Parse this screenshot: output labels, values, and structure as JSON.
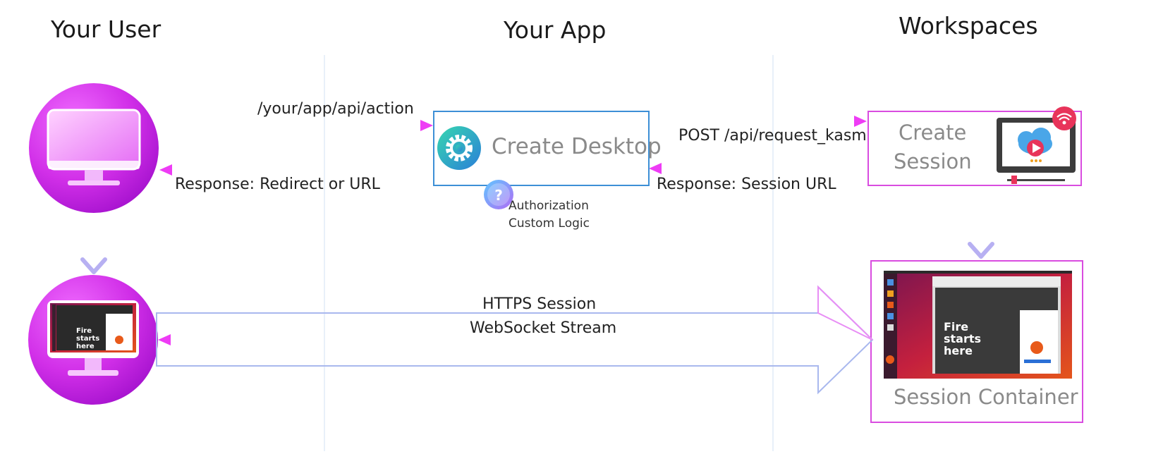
{
  "columns": {
    "user": "Your User",
    "app": "Your App",
    "workspaces": "Workspaces"
  },
  "labels": {
    "api_action": "/your/app/api/action",
    "response_redirect": "Response: Redirect or URL",
    "post_request": "POST /api/request_kasm",
    "response_session": "Response: Session URL",
    "https_session": "HTTPS Session",
    "websocket_stream": "WebSocket Stream",
    "auth_line1": "Authorization",
    "auth_line2": "Custom Logic"
  },
  "boxes": {
    "create_desktop": "Create Desktop",
    "create_session_line1": "Create",
    "create_session_line2": "Session",
    "session_container": "Session Container"
  },
  "screenshot": {
    "fire_line1": "Fire",
    "fire_line2": "starts",
    "fire_line3": "here"
  },
  "icons": {
    "user_monitor": "monitor-icon",
    "user_desktop": "desktop-session-icon",
    "gear": "gear-icon",
    "question": "question-icon",
    "session_laptop": "cloud-play-laptop-icon",
    "wifi": "wifi-icon"
  },
  "colors": {
    "magenta": "#e040fb",
    "blue": "#5b7fc7",
    "light_blue": "#a9b8ee",
    "box_blue": "#3d8fd6",
    "box_magenta": "#d94ce0"
  }
}
